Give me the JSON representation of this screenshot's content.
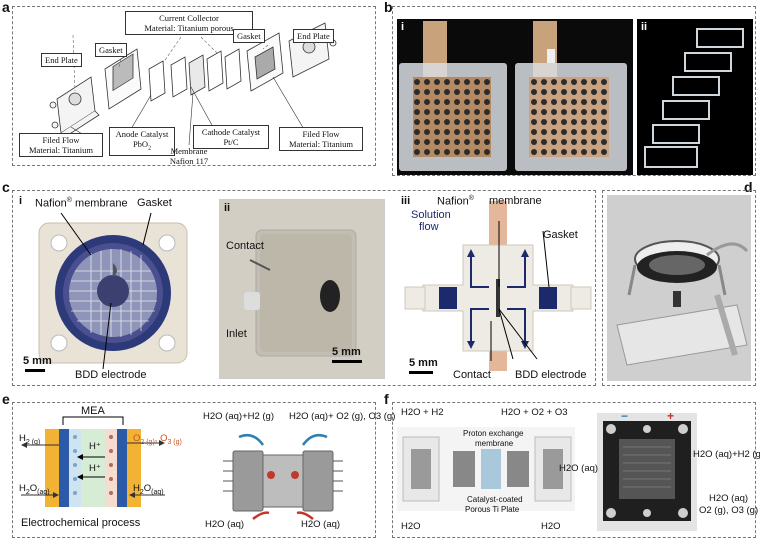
{
  "panels": {
    "a": {
      "label": "a",
      "boxes": {
        "current_collector": "Current Collector",
        "current_collector_material": "Material: Titanium porous",
        "gasket_left": "Gasket",
        "gasket_right": "Gasket",
        "end_plate_left": "End Plate",
        "end_plate_right": "End Plate",
        "filed_flow_left": "Filed Flow",
        "filed_flow_left_material": "Material: Titanium",
        "anode_catalyst": "Anode Catalyst",
        "anode_catalyst_material": "PbO",
        "anode_sub": "2",
        "cathode_catalyst": "Cathode Catalyst",
        "cathode_catalyst_material": "Pt/C",
        "membrane": "Membrane",
        "membrane_material": "Nafion 117",
        "filed_flow_right": "Filed Flow",
        "filed_flow_right_material": "Material: Titanium"
      }
    },
    "b": {
      "label": "b",
      "sub_i": "i",
      "sub_ii": "ii"
    },
    "c": {
      "label": "c",
      "i": {
        "sub": "i",
        "nafion": "Nafion",
        "reg": "®",
        "membrane_word": " membrane",
        "gasket": "Gasket",
        "bdd": "BDD electrode",
        "scale": "5 mm"
      },
      "ii": {
        "sub": "ii",
        "contact": "Contact",
        "inlet": "Inlet",
        "scale": "5 mm"
      },
      "iii": {
        "sub": "iii",
        "nafion": "Nafion",
        "reg": "®",
        "membrane_word": "membrane",
        "solution": "Solution",
        "flow": "flow",
        "gasket": "Gasket",
        "scale": "5 mm",
        "contact": "Contact",
        "bdd": "BDD electrode"
      }
    },
    "d": {
      "label": "d"
    },
    "e": {
      "label": "e",
      "mea": "MEA",
      "h2": "H",
      "h2_sub": "2 (g)",
      "o2": "O",
      "o2_sub": "2 (g)",
      "o3": ",  O",
      "o3_sub": "3 (g)",
      "h2o_left": "H",
      "h2o_left_rest": "2",
      "h2o_left_o": "O",
      "h2o_left_sub": "(aq)",
      "h2o_right": "H",
      "h2o_right_rest": "2",
      "h2o_right_o": "O",
      "h2o_right_sub": "(aq)",
      "hplus1": "H⁺",
      "hplus2": "H⁺",
      "process": "Electrochemical process",
      "top_left": "H2O (aq)+H2 (g)",
      "top_right": "H2O (aq)+ O2 (g),  O3 (g)",
      "bottom_left": "H2O (aq)",
      "bottom_right": "H2O (aq)"
    },
    "f": {
      "label": "f",
      "h2o_h2": "H2O + H2",
      "h2o_o2_o3": "H2O + O2 + O3",
      "pem": "Proton exchange",
      "pem2": "membrane",
      "ccm": "Catalyst-coated",
      "ccm2": "Porous Ti Plate",
      "h2o_left": "H2O",
      "h2o_right": "H2O",
      "h2o_aq": "H2O (aq)",
      "out_top": "H2O (aq)+H2 (g)",
      "out_bottom": "H2O (aq)",
      "out_bottom2": "O2 (g),  O3 (g)",
      "minus": "−",
      "plus": "+"
    }
  },
  "colors": {
    "navy": "#1c2a6b",
    "grey_bg": "#eeeae4",
    "orange": "#c0562a",
    "gasket_blue": "#3b3f8f",
    "arrow_red": "#c0392b",
    "arrow_blue": "#2f7fb0"
  }
}
